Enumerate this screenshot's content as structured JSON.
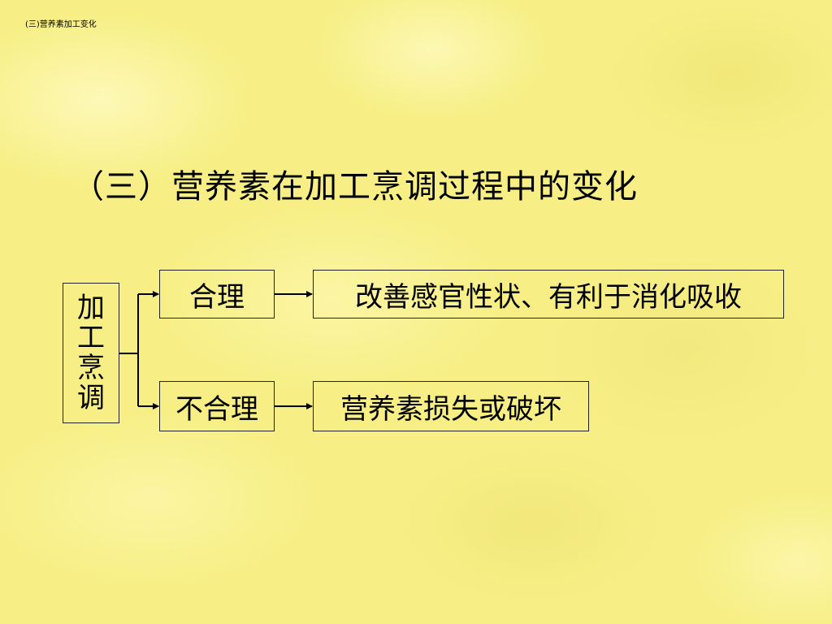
{
  "header": {
    "label": "(三)营养素加工变化"
  },
  "title": "（三）营养素在加工烹调过程中的变化",
  "diagram": {
    "root": {
      "label": "加工烹调",
      "chars": [
        "加",
        "工",
        "烹",
        "调"
      ]
    },
    "branches": [
      {
        "condition": "合理",
        "result": "改善感官性状、有利于消化吸收"
      },
      {
        "condition": "不合理",
        "result": "营养素损失或破坏"
      }
    ]
  }
}
